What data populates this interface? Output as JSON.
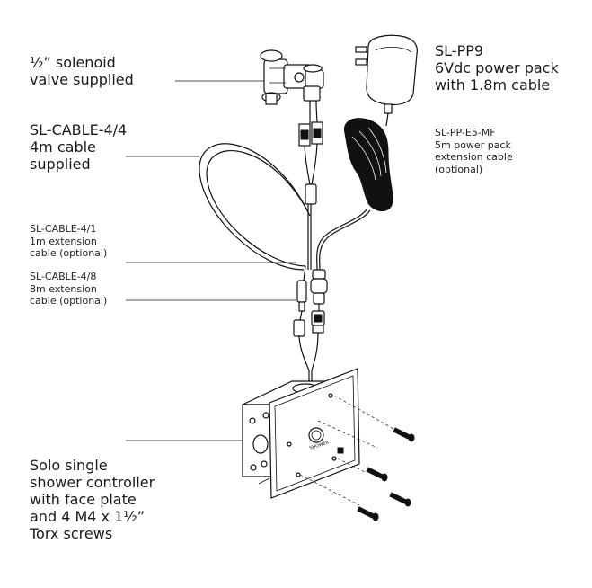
{
  "labels": {
    "valve": [
      "½” solenoid",
      "valve supplied"
    ],
    "cable44": [
      "SL-CABLE-4/4",
      "4m cable",
      "supplied"
    ],
    "cable41": [
      "SL-CABLE-4/1",
      "1m extension",
      "cable (optional)"
    ],
    "cable48": [
      "SL-CABLE-4/8",
      "8m extension",
      "cable (optional)"
    ],
    "controller": [
      "Solo single",
      "shower controller",
      "with face plate",
      "and 4 M4 x 1½”",
      "Torx screws"
    ],
    "pp9": [
      "SL-PP9",
      "6Vdc power pack",
      "with 1.8m cable"
    ],
    "ppe5": [
      "SL-PP-E5-MF",
      "5m power pack",
      "extension cable",
      "(optional)"
    ]
  },
  "faceplate_text": "SHOWER",
  "colors": {
    "line": "#111111",
    "background": "#ffffff"
  }
}
